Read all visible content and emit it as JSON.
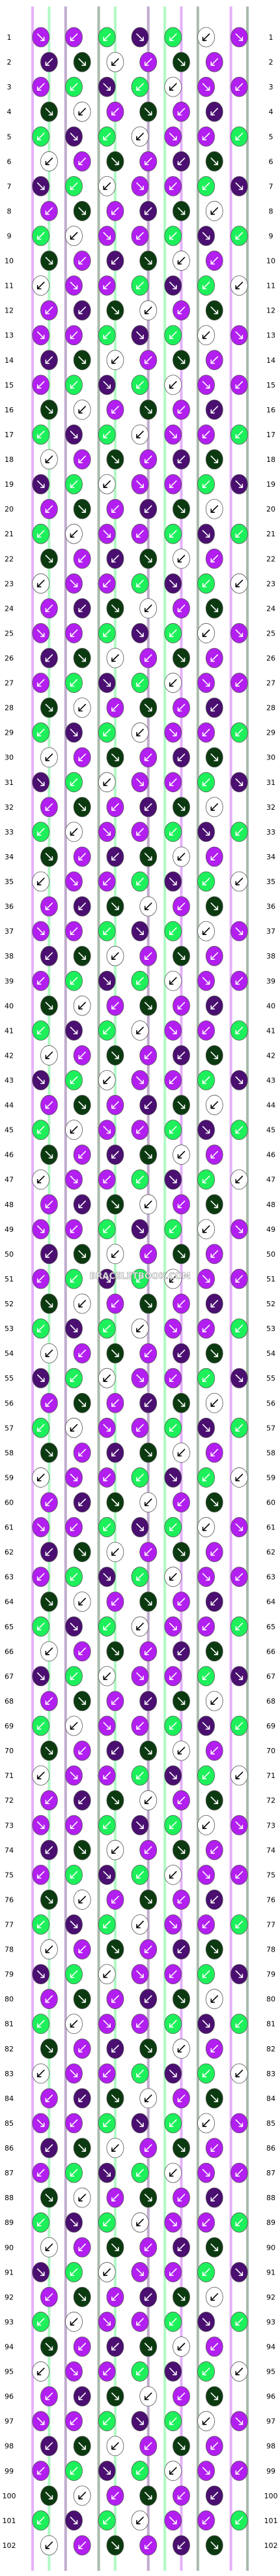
{
  "pattern": {
    "type": "bracelet-knot-chart",
    "colors": {
      "white": "#ffffff",
      "purple": "#b21ff0",
      "dark_purple": "#4a0f70",
      "green": "#1df05a",
      "dark_green": "#0c3a10"
    },
    "strings": [
      "purple",
      "green",
      "dark_purple",
      "white",
      "dark_green",
      "green",
      "white",
      "dark_purple",
      "green",
      "purple",
      "dark_green",
      "white",
      "purple",
      "dark_green"
    ],
    "row_count": 102,
    "row_labels": [
      "1",
      "2",
      "3",
      "4",
      "5",
      "6",
      "7",
      "8",
      "9",
      "10",
      "11",
      "12",
      "13",
      "14",
      "15",
      "16",
      "17",
      "18",
      "19",
      "20",
      "21",
      "22",
      "23",
      "24",
      "25",
      "26",
      "27",
      "28",
      "29",
      "30",
      "31",
      "32",
      "33",
      "34",
      "35",
      "36",
      "37",
      "38",
      "39",
      "40",
      "41",
      "42",
      "43",
      "44",
      "45",
      "46",
      "47",
      "48",
      "49",
      "50",
      "51",
      "52",
      "53",
      "54",
      "55",
      "56",
      "57",
      "58",
      "59",
      "60",
      "61",
      "62",
      "63",
      "64",
      "65",
      "66",
      "67",
      "68",
      "69",
      "70",
      "71",
      "72",
      "73",
      "74",
      "75",
      "76",
      "77",
      "78",
      "79",
      "80",
      "81",
      "82",
      "83",
      "84",
      "85",
      "86",
      "87",
      "88",
      "89",
      "90",
      "91",
      "92",
      "93",
      "94",
      "95",
      "96",
      "97",
      "98",
      "99",
      "100",
      "101",
      "102"
    ],
    "watermark": "BRACELETBOOK.COM",
    "knot_cycle": [
      "purple",
      "dark_purple",
      "purple",
      "dark_green",
      "green",
      "white",
      "dark_purple",
      "purple",
      "green",
      "dark_green",
      "white",
      "purple"
    ]
  }
}
